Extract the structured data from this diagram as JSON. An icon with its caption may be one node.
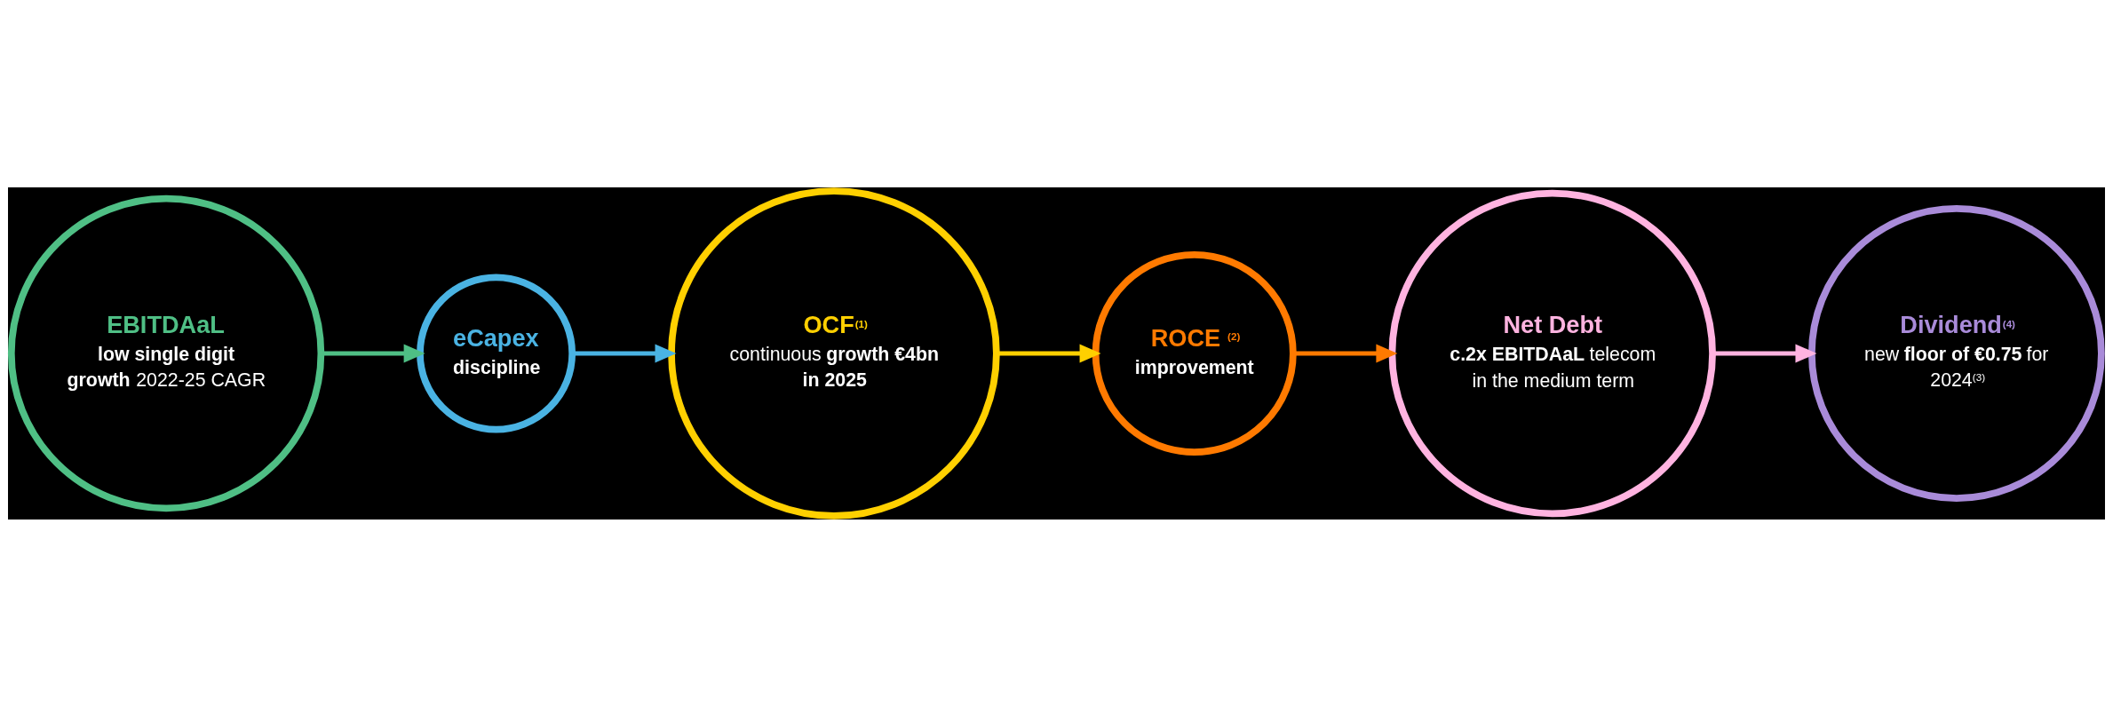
{
  "diagram": {
    "nodes": [
      {
        "text": [
          "EBITDAaL",
          "**low single digit growth** 2022-25 CAGR"
        ]
      },
      {
        "text": [
          "eCapex",
          "**discipline**"
        ]
      },
      {
        "text": [
          "OCF$^{(1)}$",
          "continuous **growth €4bn in 2025**"
        ]
      },
      {
        "text": [
          "ROCE $^{(2)}$",
          "**improvement**"
        ]
      },
      {
        "text": [
          "Net Debt",
          "**c.2x EBITDAaL** telecom in the medium term"
        ]
      },
      {
        "text": [
          "Dividend$^{(4)}$",
          "new **floor of €0.75** for 2024$^{(3)}$"
        ]
      }
    ],
    "edges": [
      {
        "from": 0,
        "to": 1,
        "arrow": "to",
        "color": "#4fbf85"
      },
      {
        "from": 1,
        "to": 2,
        "arrow": "to",
        "color": "#4ab3e3"
      },
      {
        "from": 2,
        "to": 3,
        "arrow": "to",
        "color": "#ffd000"
      },
      {
        "from": 3,
        "to": 4,
        "arrow": "to",
        "color": "#ff7a00"
      },
      {
        "from": 4,
        "to": 5,
        "arrow": "to",
        "color": "#ffb3e0"
      }
    ]
  }
}
